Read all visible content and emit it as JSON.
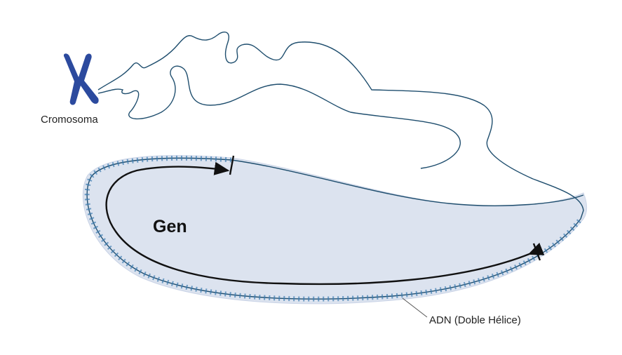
{
  "labels": {
    "chromosome": "Cromosoma",
    "gene": "Gen",
    "dna": "ADN (Doble Hélice)"
  },
  "colors": {
    "chromosome": "#2c4a9e",
    "strand": "#1f4e6e",
    "band": "#dce3ef",
    "arrow": "#111111"
  }
}
